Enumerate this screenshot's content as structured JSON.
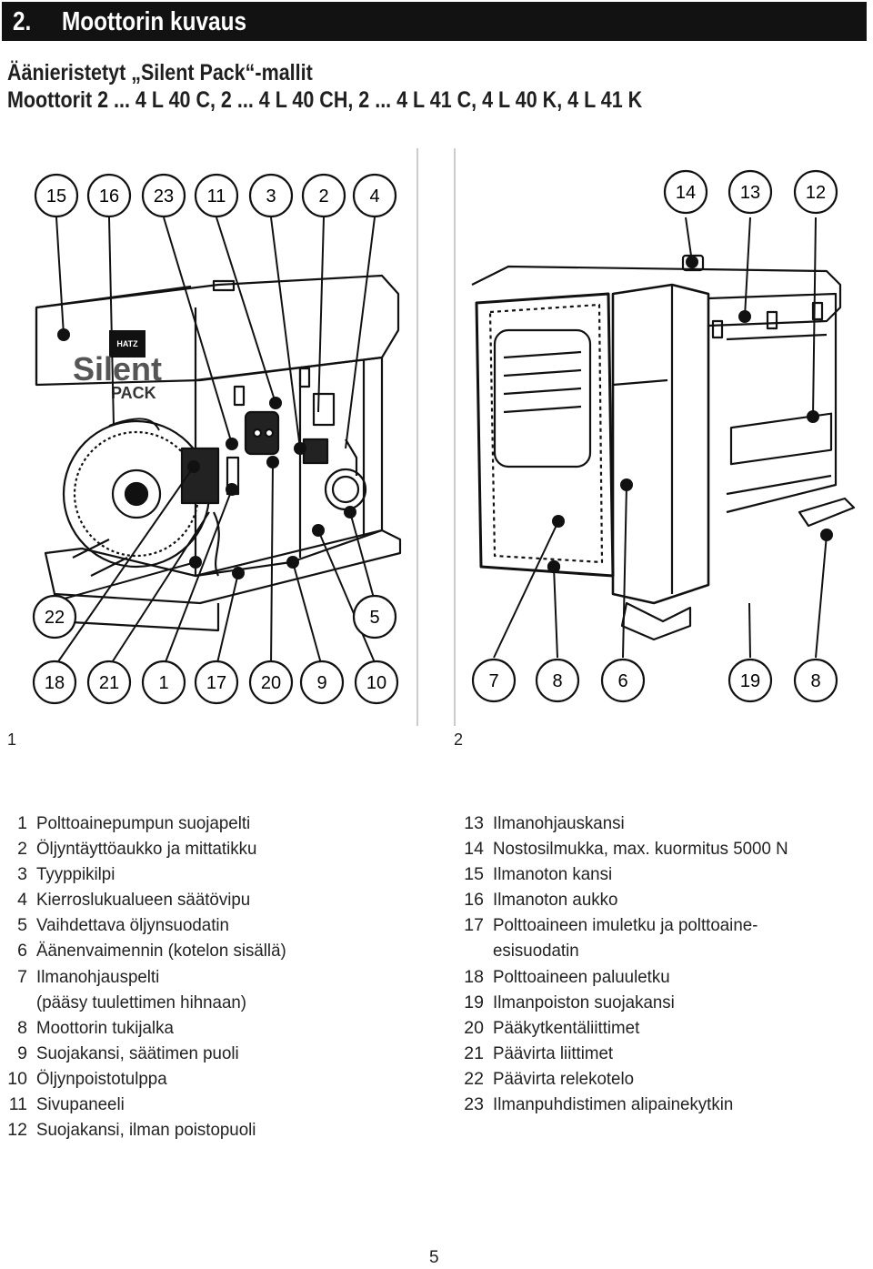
{
  "section": {
    "number": "2.",
    "title": "Moottorin kuvaus"
  },
  "subtitle": {
    "line1": "Äänieristetyt „Silent Pack“-mallit",
    "line2": "Moottorit 2 ... 4 L 40 C, 2 ... 4 L 40 CH, 2 ... 4 L 41 C, 4 L 40 K, 4 L 41 K"
  },
  "figure1": {
    "number": "1",
    "logo_text": {
      "brand": "HATZ",
      "name": "Silent",
      "pack": "PACK"
    },
    "callouts_top": [
      "15",
      "16",
      "23",
      "11",
      "3",
      "2",
      "4"
    ],
    "callouts_mid": [
      "22",
      "5"
    ],
    "callouts_bottom": [
      "18",
      "21",
      "1",
      "17",
      "20",
      "9",
      "10"
    ]
  },
  "figure2": {
    "number": "2",
    "callouts_top": [
      "14",
      "13",
      "12"
    ],
    "callouts_bottom": [
      "7",
      "8",
      "6",
      "19",
      "8"
    ]
  },
  "legend_left": [
    {
      "n": "1",
      "text": "Polttoainepumpun suojapelti"
    },
    {
      "n": "2",
      "text": "Öljyntäyttöaukko ja mittatikku"
    },
    {
      "n": "3",
      "text": "Tyyppikilpi"
    },
    {
      "n": "4",
      "text": "Kierroslukualueen säätövipu"
    },
    {
      "n": "5",
      "text": "Vaihdettava öljynsuodatin"
    },
    {
      "n": "6",
      "text": "Äänenvaimennin (kotelon sisällä)"
    },
    {
      "n": "7",
      "text": "Ilmanohjauspelti"
    },
    {
      "n": "",
      "text": "(pääsy tuulettimen hihnaan)"
    },
    {
      "n": "8",
      "text": "Moottorin tukijalka"
    },
    {
      "n": "9",
      "text": "Suojakansi, säätimen puoli"
    },
    {
      "n": "10",
      "text": "Öljynpoistotulppa"
    },
    {
      "n": "11",
      "text": "Sivupaneeli"
    },
    {
      "n": "12",
      "text": "Suojakansi, ilman poistopuoli"
    }
  ],
  "legend_right": [
    {
      "n": "13",
      "text": "Ilmanohjauskansi"
    },
    {
      "n": "14",
      "text": "Nostosilmukka, max. kuormitus 5000 N"
    },
    {
      "n": "15",
      "text": "Ilmanoton kansi"
    },
    {
      "n": "16",
      "text": "Ilmanoton aukko"
    },
    {
      "n": "17",
      "text": "Polttoaineen imuletku ja polttoaine-"
    },
    {
      "n": "",
      "text": "esisuodatin"
    },
    {
      "n": "18",
      "text": "Polttoaineen paluuletku"
    },
    {
      "n": "19",
      "text": "Ilmanpoiston suojakansi"
    },
    {
      "n": "20",
      "text": "Pääkytkentäliittimet"
    },
    {
      "n": "21",
      "text": "Päävirta liittimet"
    },
    {
      "n": "22",
      "text": "Päävirta relekotelo"
    },
    {
      "n": "23",
      "text": "Ilmanpuhdistimen alipainekytkin"
    }
  ],
  "page_number": "5"
}
